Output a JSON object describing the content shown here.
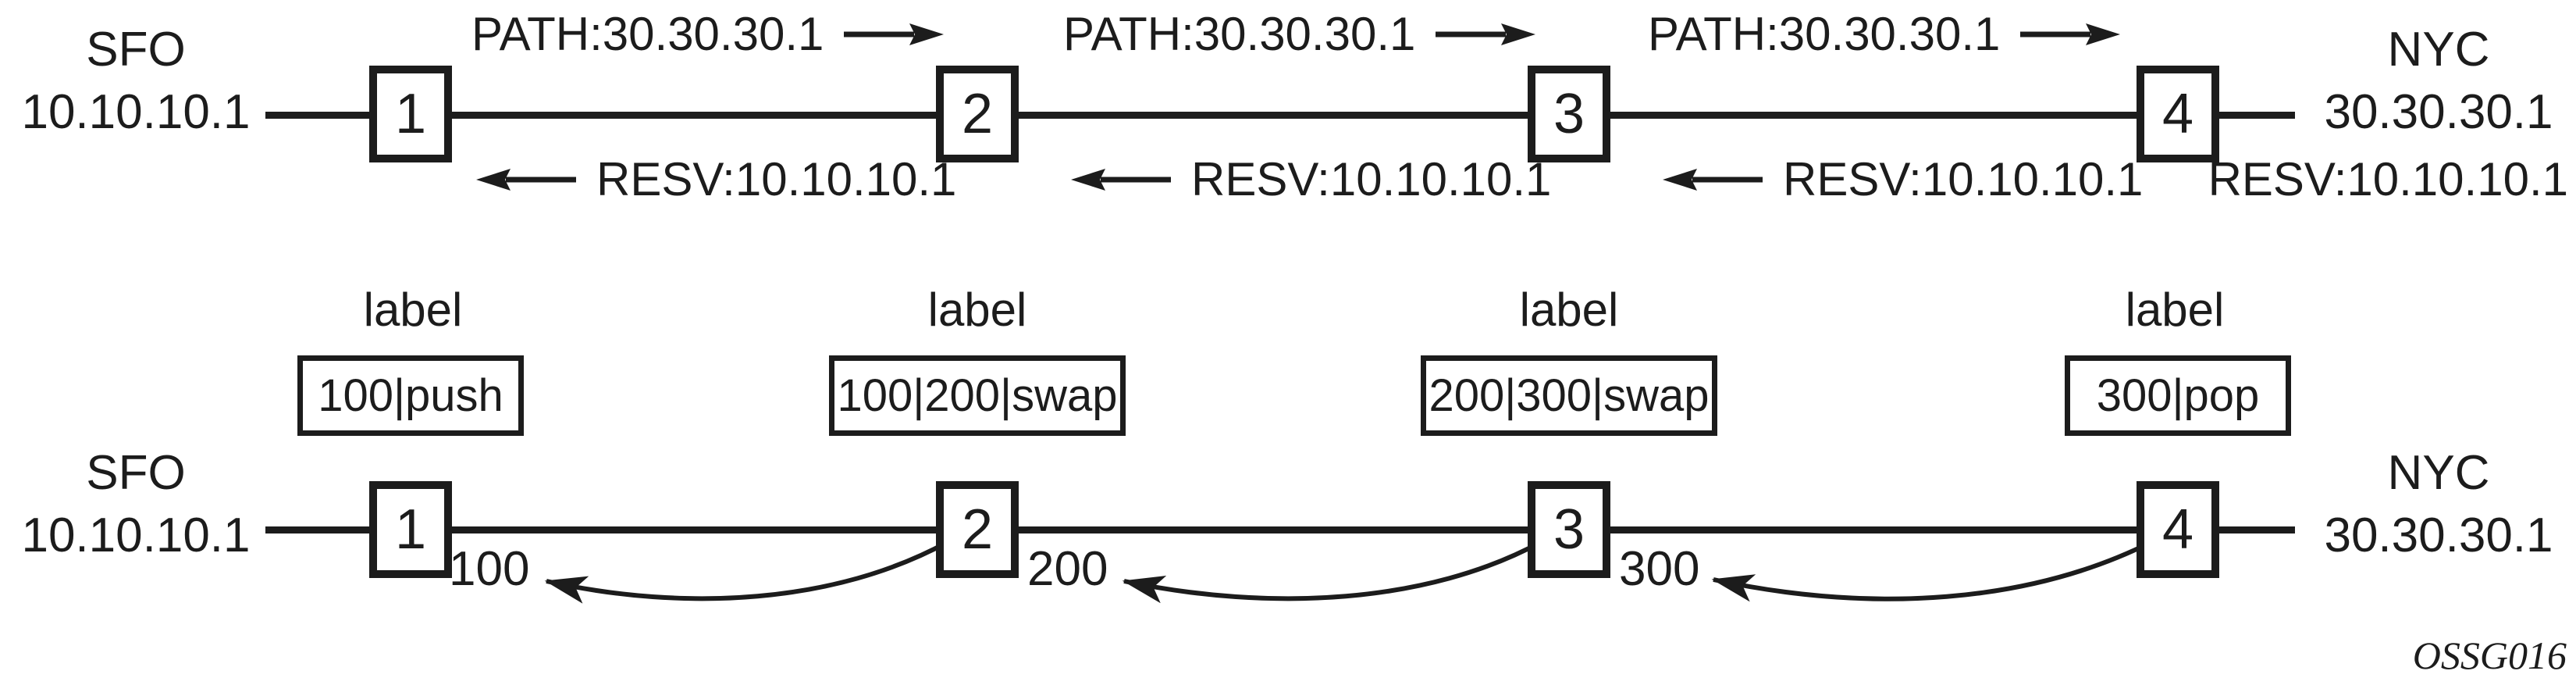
{
  "figure": {
    "ink_color": "#1c1c1c",
    "signaling": {
      "left_city": "SFO",
      "left_address": "10.10.10.1",
      "right_city": "NYC",
      "right_address": "30.30.30.1",
      "nodes": [
        "1",
        "2",
        "3",
        "4"
      ],
      "path_messages": [
        "PATH:30.30.30.1",
        "PATH:30.30.30.1",
        "PATH:30.30.30.1"
      ],
      "resv_messages": [
        "RESV:10.10.10.1",
        "RESV:10.10.10.1",
        "RESV:10.10.10.1"
      ],
      "right_resv": "RESV:10.10.10.1"
    },
    "label_distribution": {
      "left_city": "SFO",
      "left_address": "10.10.10.1",
      "right_city": "NYC",
      "right_address": "30.30.30.1",
      "nodes": [
        "1",
        "2",
        "3",
        "4"
      ],
      "label_caption": "label",
      "label_operations": [
        "100|push",
        "100|200|swap",
        "200|300|swap",
        "300|pop"
      ],
      "hop_labels": [
        "100",
        "200",
        "300"
      ]
    },
    "watermark": "OSSG016"
  }
}
